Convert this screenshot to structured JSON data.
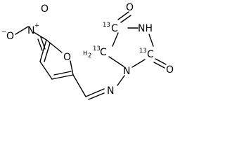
{
  "molecule": {
    "atoms": {
      "nitro_n": "N",
      "nitro_n_charge": "+",
      "nitro_o_minus": "O",
      "nitro_o_minus_charge": "−",
      "nitro_o_double": "O",
      "furan_o": "O",
      "imine_n": "N",
      "ring_n1": "N",
      "ring_nh": "NH",
      "carbonyl_o_top": "O",
      "carbonyl_o_right": "O",
      "c13_top_label": "13",
      "c13_top_atom": "C",
      "c13_right_label": "13",
      "c13_right_atom": "C",
      "ch2_h": "H",
      "ch2_sub": "2",
      "ch2_iso": "13",
      "ch2_c": "C"
    }
  }
}
